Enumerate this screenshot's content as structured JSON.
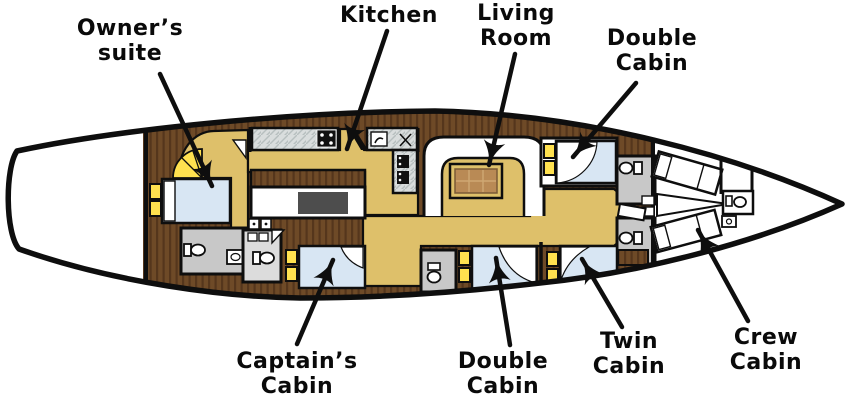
{
  "diagram": {
    "type": "yacht-deck-plan",
    "labels": {
      "owners_suite": "Owner’s\nsuite",
      "kitchen": "Kitchen",
      "living_room": "Living\nRoom",
      "double_cabin_top": "Double\nCabin",
      "captains_cabin": "Captain’s\nCabin",
      "double_cabin_bottom": "Double\nCabin",
      "twin_cabin": "Twin\nCabin",
      "crew_cabin": "Crew\nCabin"
    },
    "colors": {
      "floor_tan": "#dec06a",
      "bed_blue": "#d8e6f3",
      "cabinet_yellow": "#ffe14f",
      "wood_brown": "#6e4a27",
      "wood_brown_dark": "#55361c",
      "bathroom_gray": "#c8c8c8",
      "counter_gray": "#d9dddd",
      "marble_vein": "#b7bfbf",
      "table_dark": "#4d4d4d",
      "table_wood": "#b98a55",
      "table_wood_light": "#cfa873",
      "outline": "#0e0e0e",
      "bg": "#ffffff"
    }
  }
}
